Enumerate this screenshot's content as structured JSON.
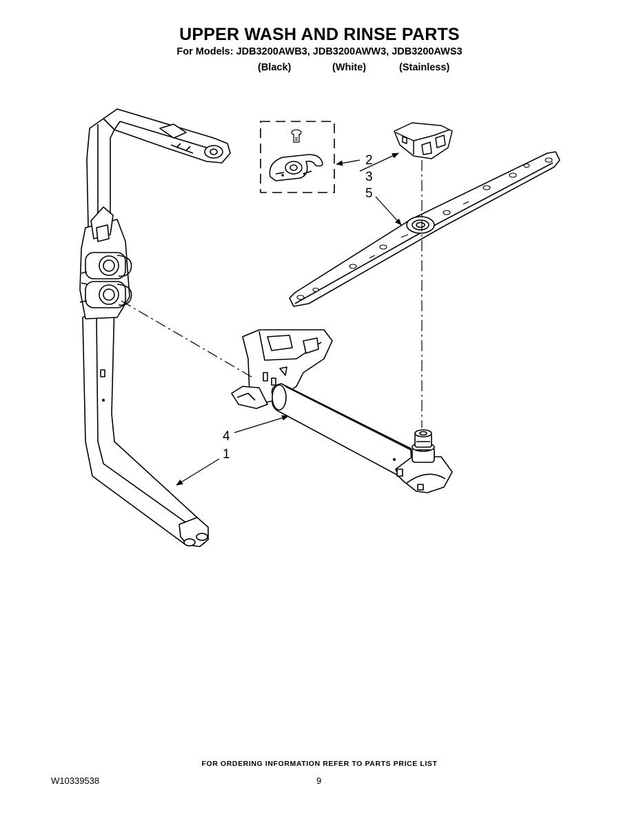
{
  "header": {
    "title": "UPPER WASH AND RINSE PARTS",
    "models_line": "For Models: JDB3200AWB3, JDB3200AWW3, JDB3200AWS3",
    "variants": [
      "(Black)",
      "(White)",
      "(Stainless)"
    ]
  },
  "callouts": [
    "2",
    "3",
    "5",
    "4",
    "1"
  ],
  "footer": {
    "ordering_note": "FOR ORDERING INFORMATION REFER TO PARTS PRICE LIST",
    "document_number": "W10339538",
    "page_number": "9"
  }
}
